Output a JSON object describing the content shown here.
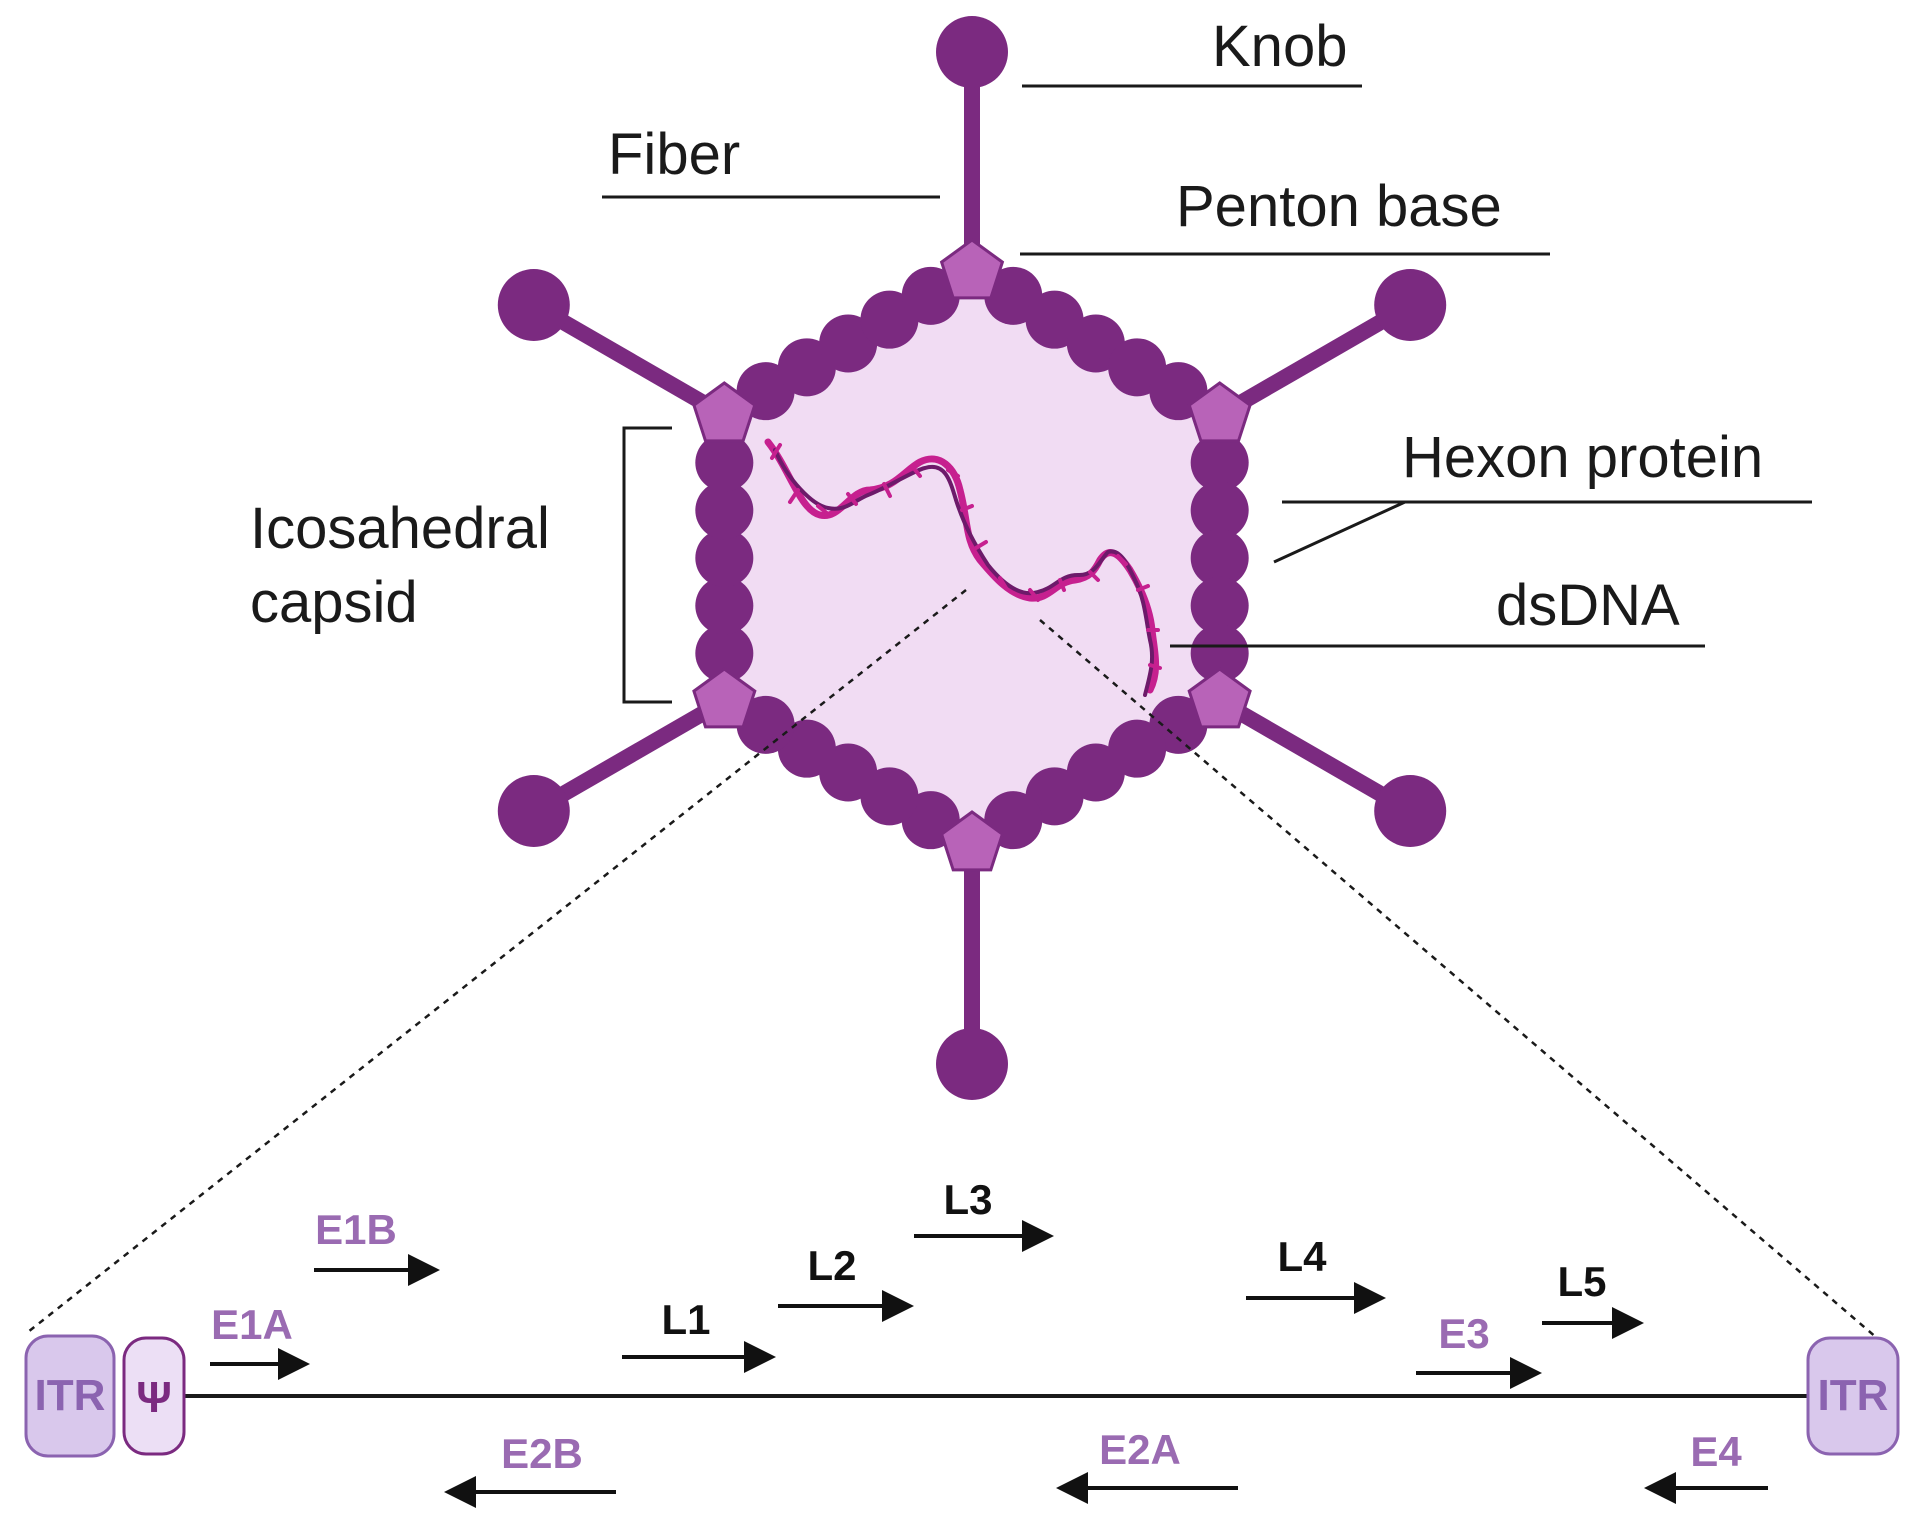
{
  "labels": {
    "knob": "Knob",
    "fiber": "Fiber",
    "penton_base": "Penton base",
    "capsid_line1": "Icosahedral",
    "capsid_line2": "capsid",
    "hexon": "Hexon protein",
    "dsdna": "dsDNA"
  },
  "genome": {
    "itr_left": "ITR",
    "psi": "Ψ",
    "itr_right": "ITR",
    "genes": [
      {
        "id": "E1A",
        "label": "E1A",
        "strand": "forward",
        "group": "early"
      },
      {
        "id": "E1B",
        "label": "E1B",
        "strand": "forward",
        "group": "early"
      },
      {
        "id": "L1",
        "label": "L1",
        "strand": "forward",
        "group": "late"
      },
      {
        "id": "L2",
        "label": "L2",
        "strand": "forward",
        "group": "late"
      },
      {
        "id": "L3",
        "label": "L3",
        "strand": "forward",
        "group": "late"
      },
      {
        "id": "L4",
        "label": "L4",
        "strand": "forward",
        "group": "late"
      },
      {
        "id": "E3",
        "label": "E3",
        "strand": "forward",
        "group": "early"
      },
      {
        "id": "L5",
        "label": "L5",
        "strand": "forward",
        "group": "late"
      },
      {
        "id": "E2B",
        "label": "E2B",
        "strand": "reverse",
        "group": "early"
      },
      {
        "id": "E2A",
        "label": "E2A",
        "strand": "reverse",
        "group": "early"
      },
      {
        "id": "E4",
        "label": "E4",
        "strand": "reverse",
        "group": "early"
      }
    ]
  },
  "colors": {
    "capsid_dark": "#7b2a80",
    "capsid_fill": "#f1dcf3",
    "penton": "#b863b8",
    "dna": "#c6208f",
    "dna_dark": "#6d1a6a",
    "early_gene": "#9a6bb2",
    "late_gene": "#111111",
    "itr_fill": "#d9c8ec",
    "itr_stroke": "#8b63b0",
    "line": "#1a1a1a"
  }
}
